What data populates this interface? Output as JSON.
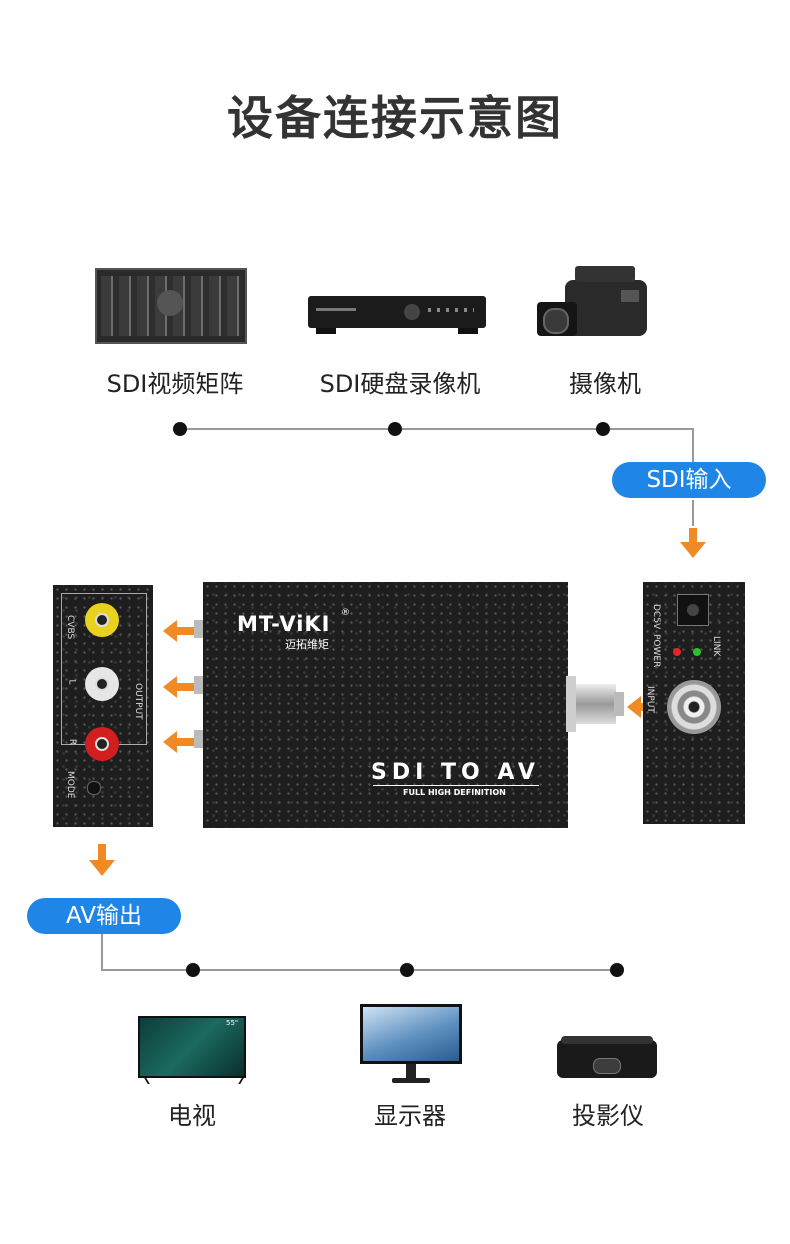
{
  "title": "设备连接示意图",
  "sources": [
    {
      "label": "SDI视频矩阵",
      "icon": "video-matrix-icon"
    },
    {
      "label": "SDI硬盘录像机",
      "icon": "dvr-icon"
    },
    {
      "label": "摄像机",
      "icon": "camcorder-icon"
    }
  ],
  "input_pill": "SDI输入",
  "output_pill": "AV输出",
  "device": {
    "brand": "MT-ViKI",
    "brand_cn": "迈拓维矩",
    "model": "SDI TO AV",
    "model_sub": "FULL HIGH DEFINITION",
    "front_labels": {
      "cvbs": "CVBS",
      "l": "L",
      "r": "R",
      "output": "OUTPUT",
      "mode": "MODE"
    },
    "back_labels": {
      "dc5v": "DC5V",
      "power": "POWER",
      "link": "LINK",
      "input": "INPUT"
    }
  },
  "outputs": [
    {
      "label": "电视",
      "icon": "tv-icon",
      "screen_text": "55\""
    },
    {
      "label": "显示器",
      "icon": "monitor-icon"
    },
    {
      "label": "投影仪",
      "icon": "projector-icon"
    }
  ],
  "colors": {
    "pill": "#1f86e8",
    "arrow": "#f08a24",
    "line": "#9a9a9a",
    "device": "#1e1e1e"
  }
}
